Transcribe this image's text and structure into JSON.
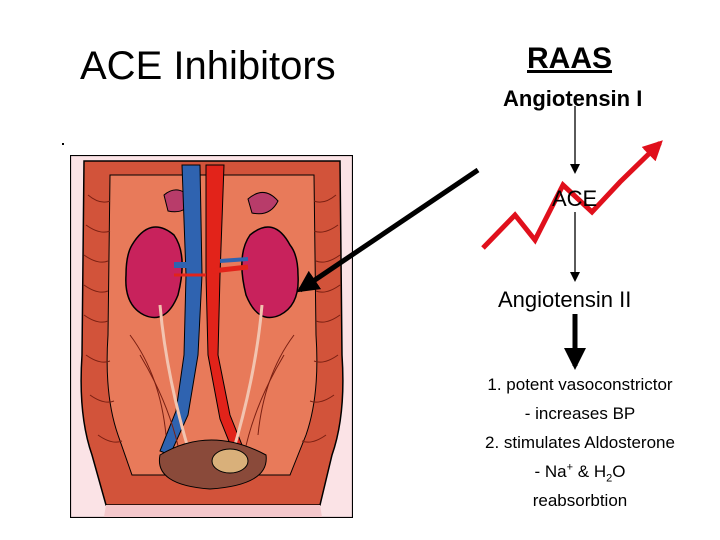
{
  "slide": {
    "title": "ACE Inhibitors",
    "raas_heading": "RAAS",
    "angiotensin_1": "Angiotensin I",
    "ace_label": "ACE",
    "angiotensin_2": "Angiotensin II",
    "effects": {
      "line1": "1. potent vasoconstrictor",
      "line2": "- increases BP",
      "line3": "2. stimulates Aldosterone",
      "line4_prefix": "- Na",
      "line4_sup": "+",
      "line4_mid": " & H",
      "line4_sub": "2",
      "line4_suffix": "O",
      "line5": "reabsorbtion"
    }
  },
  "colors": {
    "red_zigzag": "#e0101c",
    "arrow": "#000000",
    "kidney": "#c8225c",
    "muscle": "#d2533a",
    "vein": "#2f63b0",
    "artery": "#e2231a"
  },
  "icons": [
    "anatomy-illustration",
    "pointer-arrow",
    "zigzag-up-arrow"
  ]
}
